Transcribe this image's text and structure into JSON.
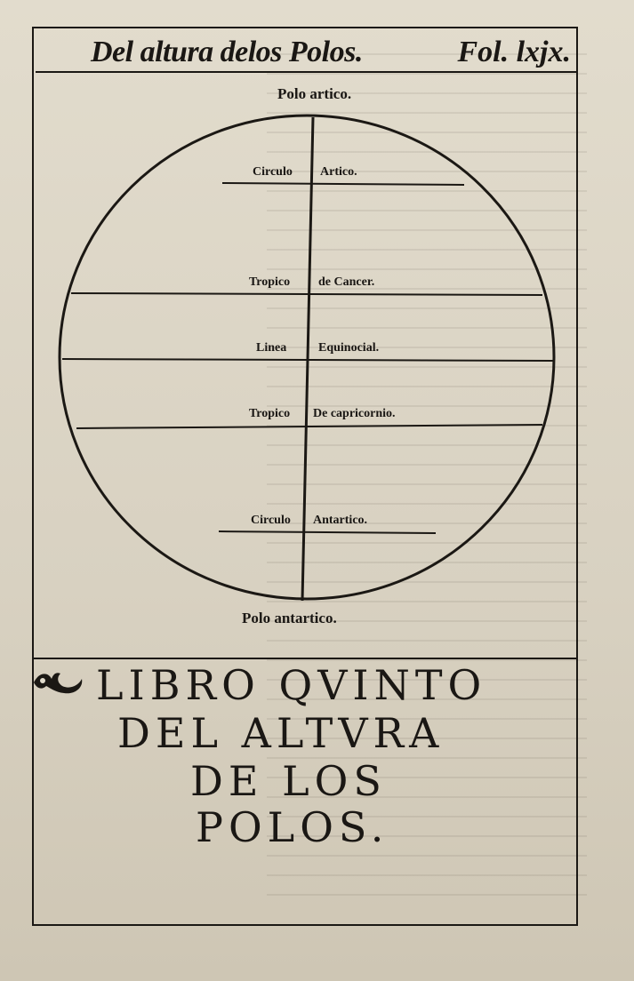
{
  "header": {
    "running_head": "Del altura delos Polos.",
    "folio": "Fol. lxjx."
  },
  "diagram": {
    "north_pole": "Polo artico.",
    "south_pole": "Polo antartico.",
    "zones": [
      {
        "left": "Circulo",
        "right": "Artico."
      },
      {
        "left": "Tropico",
        "right": "de Cancer."
      },
      {
        "left": "Linea",
        "right": "Equinocial."
      },
      {
        "left": "Tropico",
        "right": "De capricornio."
      },
      {
        "left": "Circulo",
        "right": "Antartico."
      }
    ]
  },
  "title": {
    "line1": "LIBRO QVINTO",
    "line2": "DEL ALTVRA",
    "line3": "DE LOS",
    "line4": "POLOS."
  },
  "colors": {
    "paper": "#e2dccd",
    "ink": "#1b1814"
  }
}
